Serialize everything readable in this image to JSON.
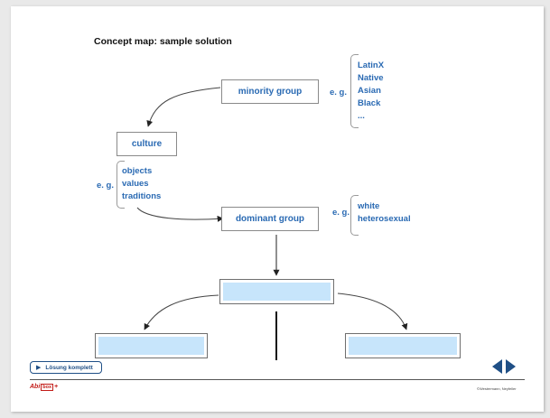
{
  "slide": {
    "title": "Concept map: sample solution",
    "nodes": {
      "minority_group": "minority group",
      "culture": "culture",
      "dominant_group": "dominant group"
    },
    "eg_labels": {
      "minority": "e. g.",
      "culture": "e. g.",
      "dominant": "e. g."
    },
    "minority_examples": [
      "LatinX",
      "Native",
      "Asian",
      "Black",
      "..."
    ],
    "culture_examples": [
      "objects",
      "values",
      "traditions"
    ],
    "dominant_examples": [
      "white",
      "heterosexual"
    ]
  },
  "controls": {
    "solution_button_label": "Lösung komplett"
  },
  "footer": {
    "logo_text": "Abi",
    "logo_tag": "box",
    "copyright": "©Westermann, Neyfeller"
  },
  "colors": {
    "accent_blue": "#2a6ab3",
    "nav_blue": "#1f4f86",
    "blank_fill": "#c7e5fb",
    "logo_red": "#c21b17"
  }
}
